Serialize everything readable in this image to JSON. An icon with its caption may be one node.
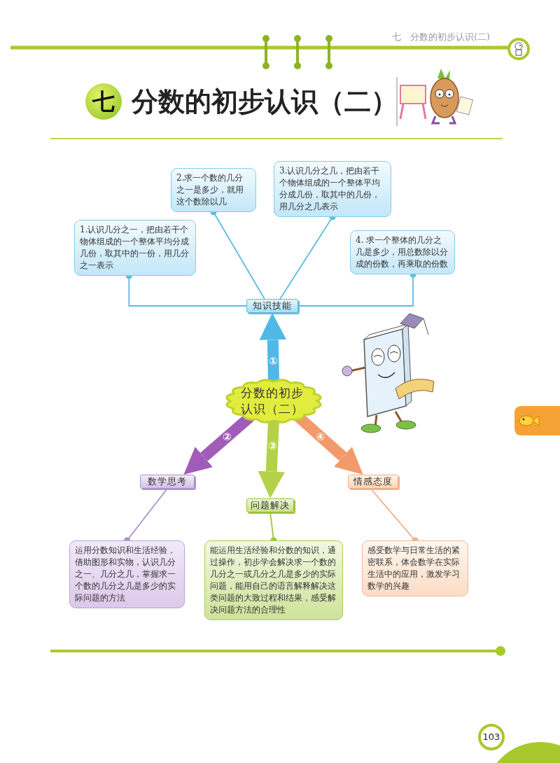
{
  "diagram": {
    "title": "分数的初步认识（二）",
    "nodes": [
      {
        "text": [
          "分数的初步认识（二）"
        ]
      },
      {
        "text": [
          "知识技能"
        ]
      },
      {
        "text": [
          "数学思考"
        ]
      },
      {
        "text": [
          "问题解决"
        ]
      },
      {
        "text": [
          "情感态度"
        ]
      },
      {
        "text": [
          "1.认识几分之一，把由若干个物体组成的一个整体平均分成几份，取其中的一份，用几分之一表示"
        ]
      },
      {
        "text": [
          "2.求一个数的几分之一是多少，就用这个数除以几"
        ]
      },
      {
        "text": [
          "3.认识几分之几，把由若干个物体组成的一个整体平均分成几份，取其中的几份，用几分之几表示"
        ]
      },
      {
        "text": [
          "4. 求一个整体的几分之几是多少，用总数除以分成的份数，再乘取的份数"
        ]
      },
      {
        "text": [
          "运用分数知识和生活经验，借助图形和实物，认识几分之一、几分之几，掌握求一个数的几分之几是多少的实际问题的方法"
        ]
      },
      {
        "text": [
          "能运用生活经验和分数的知识，通过操作，初步学会解决求一个数的几分之一或几分之几是多少的实际问题，能用自己的语言解释解决这类问题的大致过程和结果，感受解决问题方法的合理性"
        ]
      },
      {
        "text": [
          "感受数学与日常生活的紧密联系，体会数学在实际生活中的应用，激发学习数学的兴趣"
        ]
      }
    ],
    "edges": [
      {
        "from": 0,
        "to": 1,
        "arrow": "to",
        "label": "①",
        "style": "thick",
        "color": "#4fb8e6"
      },
      {
        "from": 0,
        "to": 2,
        "arrow": "to",
        "label": "②",
        "style": "thick",
        "color": "#a05cb8"
      },
      {
        "from": 0,
        "to": 3,
        "arrow": "to",
        "label": "③",
        "style": "thick",
        "color": "#b5d14a"
      },
      {
        "from": 0,
        "to": 4,
        "arrow": "to",
        "label": "④",
        "style": "thick",
        "color": "#f29a6a"
      },
      {
        "from": 1,
        "to": 5,
        "arrow": "other",
        "color": "#5bbde0"
      },
      {
        "from": 1,
        "to": 6,
        "arrow": "other",
        "color": "#5bbde0"
      },
      {
        "from": 1,
        "to": 7,
        "arrow": "other",
        "color": "#5bbde0"
      },
      {
        "from": 1,
        "to": 8,
        "arrow": "other",
        "color": "#5bbde0"
      },
      {
        "from": 2,
        "to": 9,
        "arrow": "other",
        "color": "#a795cc"
      },
      {
        "from": 3,
        "to": 10,
        "arrow": "other",
        "color": "#9dc33b"
      },
      {
        "from": 4,
        "to": 11,
        "arrow": "other",
        "color": "#f2ae8a"
      }
    ],
    "labels": [
      "七　分数的初步认识(二)",
      "七",
      "103"
    ]
  }
}
